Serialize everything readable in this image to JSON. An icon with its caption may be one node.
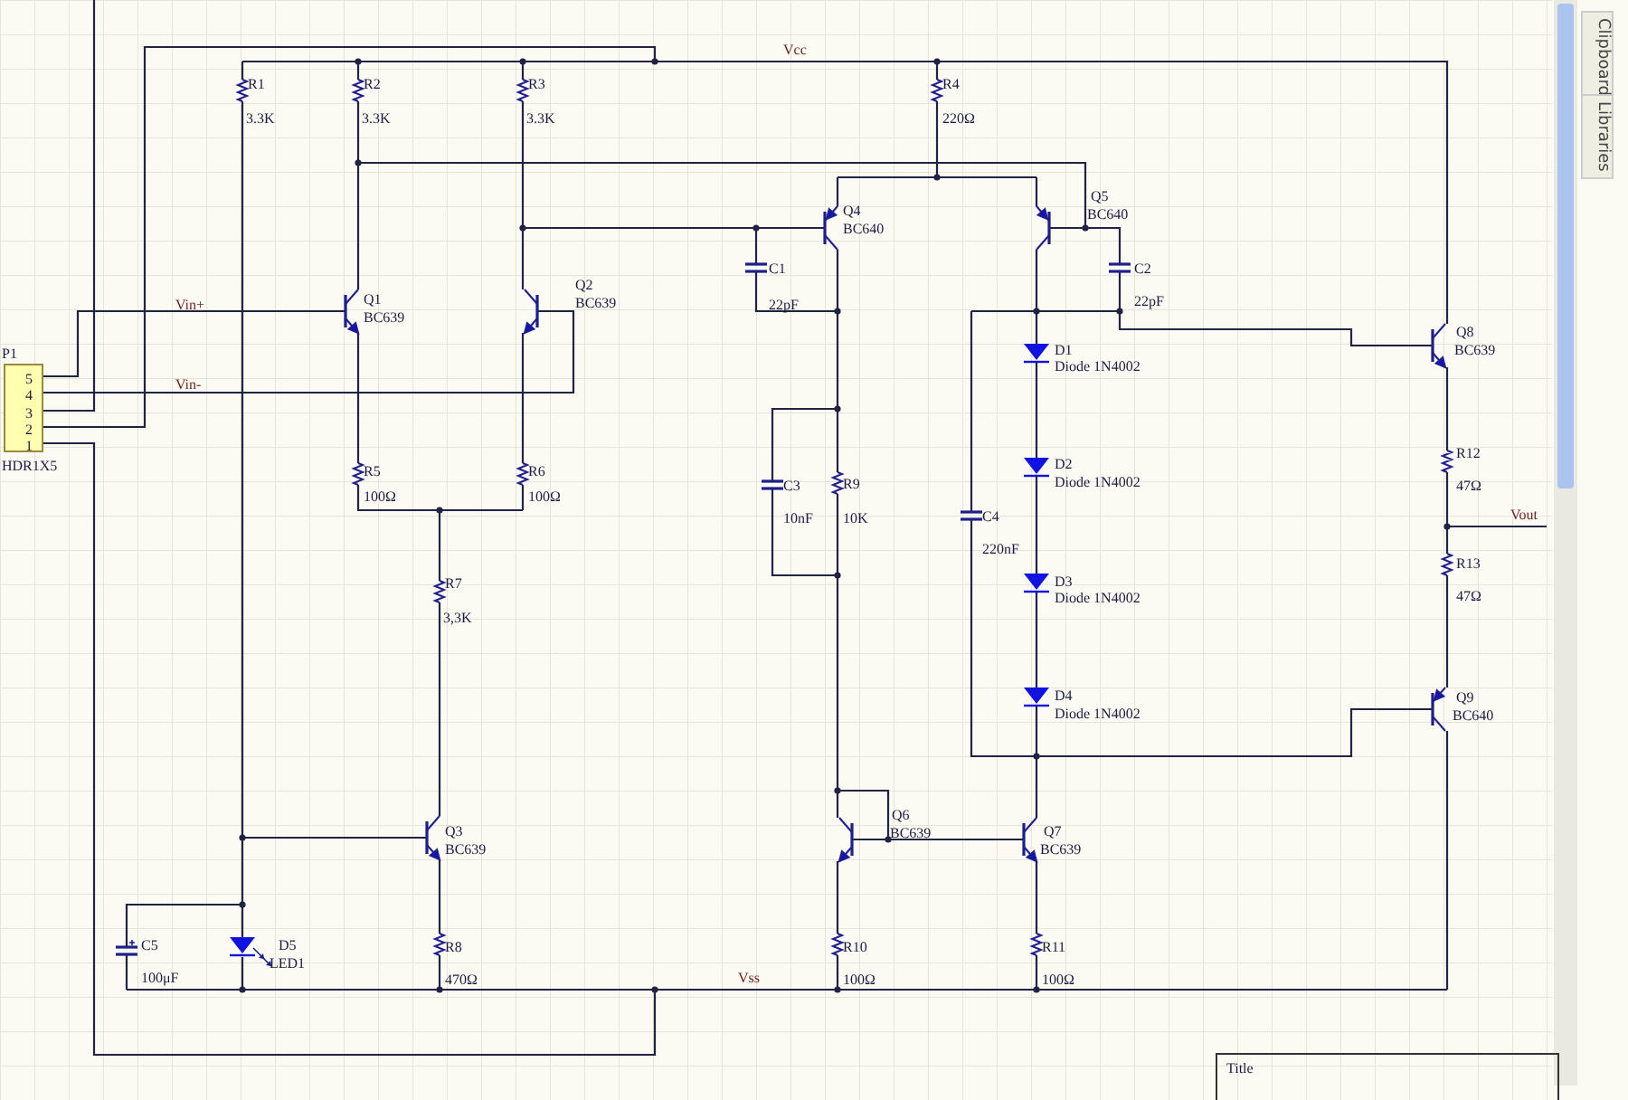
{
  "diagram": {
    "nodes": [
      {
        "text": [
          "5",
          "4",
          "3",
          "2",
          "1"
        ],
        "beside": [
          "P1",
          "HDR1X5"
        ]
      },
      {
        "text": [
          "Title"
        ]
      }
    ],
    "labels": [
      "Vcc",
      "R1",
      "3.3K",
      "R2",
      "3.3K",
      "R3",
      "3.3K",
      "R4",
      "220Ω",
      "Q4",
      "BC640",
      "Q5",
      "BC640",
      "C1",
      "22pF",
      "C2",
      "22pF",
      "Q1",
      "BC639",
      "Q2",
      "BC639",
      "Vin+",
      "Q8",
      "BC639",
      "D1",
      "Diode 1N4002",
      "Vin-",
      "R5",
      "100Ω",
      "R6",
      "100Ω",
      "C3",
      "10nF",
      "R9",
      "10K",
      "C4",
      "220nF",
      "D2",
      "Diode 1N4002",
      "R12",
      "47Ω",
      "Vout",
      "R7",
      "3,3K",
      "R13",
      "47Ω",
      "D3",
      "Diode 1N4002",
      "D4",
      "Diode 1N4002",
      "Q9",
      "BC640",
      "Q6",
      "BC639",
      "Q3",
      "BC639",
      "Q7",
      "BC639",
      "C5",
      "100μF",
      "D5",
      "LED1",
      "R8",
      "470Ω",
      "Vss",
      "R10",
      "100Ω",
      "R11",
      "100Ω",
      "Clipboard",
      "Libraries"
    ]
  }
}
